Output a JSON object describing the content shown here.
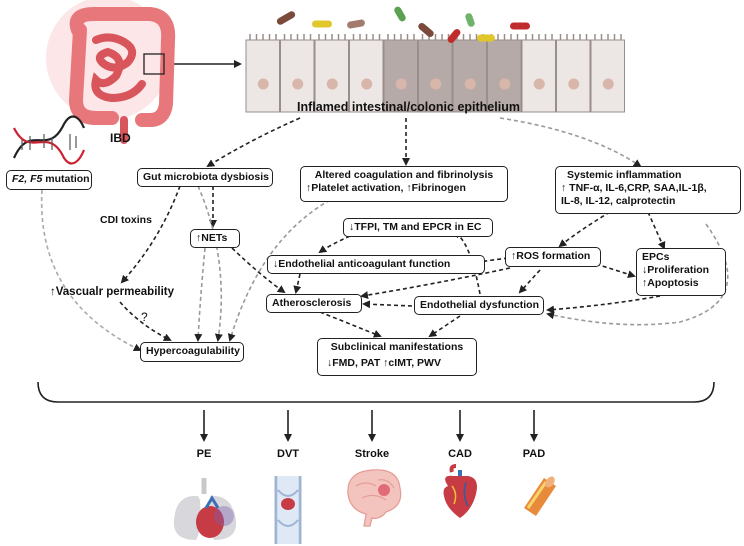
{
  "top": {
    "disease": "IBD",
    "epithelium": "Inflamed intestinal/colonic epithelium"
  },
  "genetics": {
    "genes": "F2, F5",
    "suffix": " mutation"
  },
  "nodes": {
    "gut_dysbiosis": "Gut microbiota dysbiosis",
    "altered_coag_title": "Altered coagulation and fibrinolysis",
    "altered_coag_line2": "↑Platelet  activation,  ↑Fibrinogen",
    "systemic_title": "Systemic inflammation",
    "systemic_line2": "↑ TNF-α, IL-6,CRP, SAA,IL-1β,",
    "systemic_line3": "IL-8, IL-12, calprotectin",
    "cdi_toxins": "CDI toxins",
    "nets": "↑NETs",
    "tfpi": "↓TFPI, TM and EPCR in EC",
    "endo_anticoag": "↓Endothelial anticoagulant function",
    "ros": "↑ROS formation",
    "epcs_title": "EPCs",
    "epcs_line2": "↓Proliferation",
    "epcs_line3": "↑Apoptosis",
    "vasc_perm": "↑Vascualr permeability",
    "question": "?",
    "atherosclerosis": "Atherosclerosis",
    "endo_dysfunction": "Endothelial dysfunction",
    "hypercoag": "Hypercoagulability",
    "subclinical_title": "Subclinical manifestations",
    "subclinical_line2": "↓FMD, PAT ↑cIMT, PWV"
  },
  "outcomes": [
    "PE",
    "DVT",
    "Stroke",
    "CAD",
    "PAD"
  ],
  "colors": {
    "line": "#222222",
    "gray_dash": "#aaaaaa",
    "intestine": "#e8777c",
    "cell": "#ece6e4",
    "cell_dark": "#b6aaa8",
    "nucleus": "#d8b7aa",
    "dna_red": "#cc2233"
  },
  "icons": [
    "intestine-icon",
    "dna-icon",
    "bacteria-icon",
    "lungs-heart-icon",
    "vein-clot-icon",
    "brain-icon",
    "heart-icon",
    "artery-plaque-icon"
  ]
}
